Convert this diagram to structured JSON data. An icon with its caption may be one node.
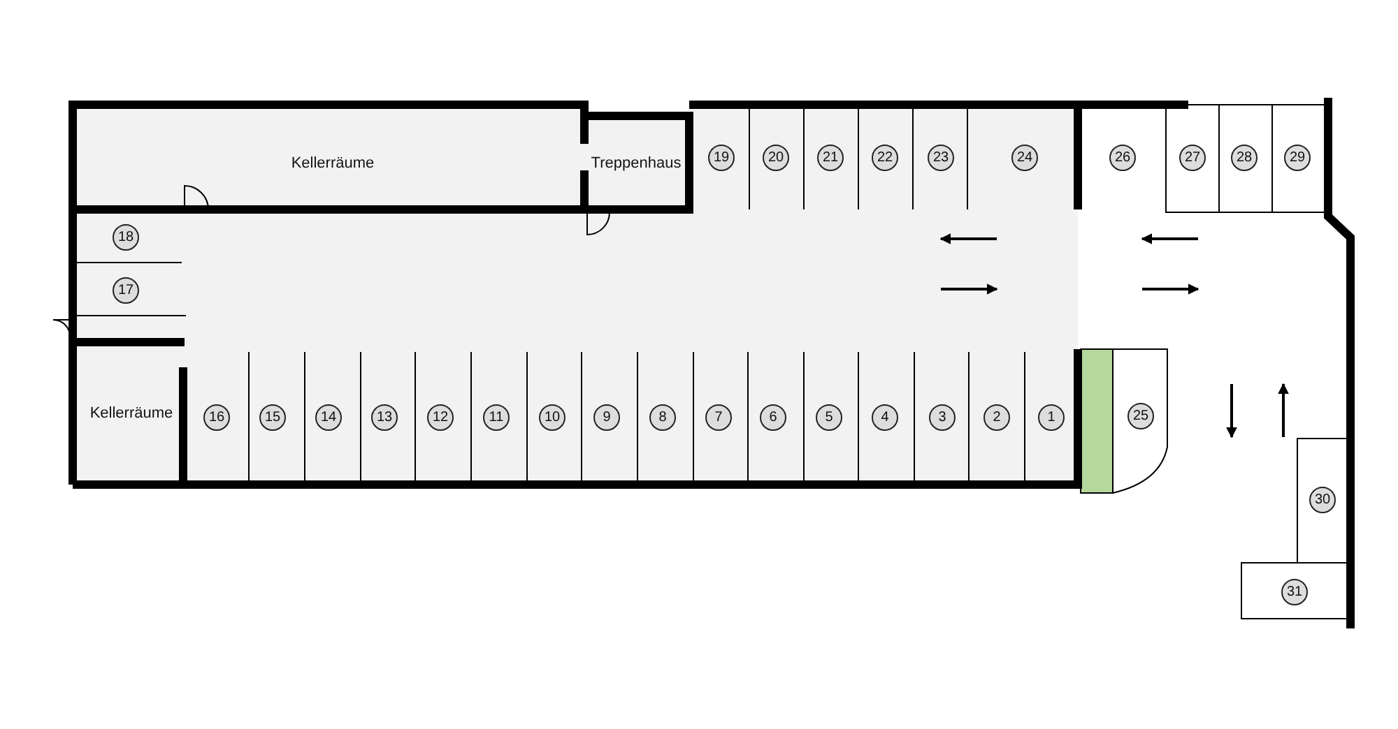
{
  "diagram": {
    "labels": [
      "Kellerräume",
      "Treppenhaus",
      "19",
      "20",
      "21",
      "22",
      "23",
      "24",
      "26",
      "27",
      "28",
      "29",
      "18",
      "17",
      "Kellerräume",
      "16",
      "15",
      "14",
      "13",
      "12",
      "11",
      "10",
      "9",
      "8",
      "7",
      "6",
      "5",
      "4",
      "3",
      "2",
      "1",
      "25",
      "30",
      "31"
    ]
  }
}
